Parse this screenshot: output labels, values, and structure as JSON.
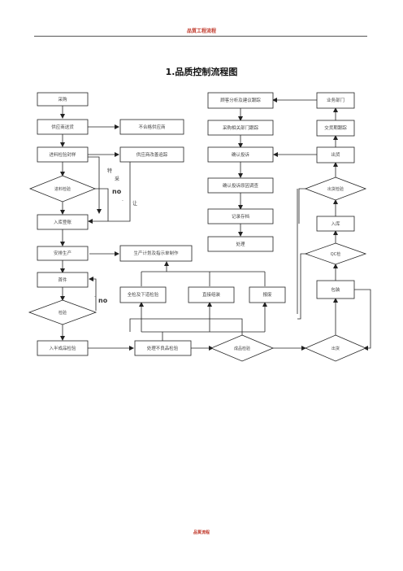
{
  "header": {
    "text": "品質工程流程"
  },
  "footer": {
    "text": "品質流程"
  },
  "title": "1.品质控制流程图",
  "nodes": {
    "b1": "采购",
    "b2": "供应商送货",
    "b3": "不合格供应商",
    "b4": "进料检验封样",
    "b5": "供应商改善追踪",
    "b6": "入库登账",
    "b7": "安排生产",
    "b8": "生产计划及指示单制作",
    "b9": "首件",
    "b10": "全检及下道检验",
    "b11": "直接组装",
    "b12": "报废",
    "b13": "入半成品检验",
    "b14": "处理不良品检验",
    "b15": "顾客分析及建议跟踪",
    "b16": "业务部门",
    "b17": "采购相关部门跟踪",
    "b18": "交货期跟踪",
    "b19": "确认投诉",
    "b20": "出货",
    "b21": "确认投诉原因调查",
    "b22": "记录存档",
    "b23": "处理",
    "b24": "入库",
    "b25": "包装",
    "d1": "进料检验",
    "d2": "检验",
    "d3": "成品检验",
    "d4": "出货检验",
    "d5": "QC检",
    "d6": "出货"
  },
  "marks": {
    "no1": "no",
    "no2": "no",
    "t1": "特",
    "t2": "让",
    "t3": "采",
    "dot1": ".",
    "dot2": "."
  }
}
